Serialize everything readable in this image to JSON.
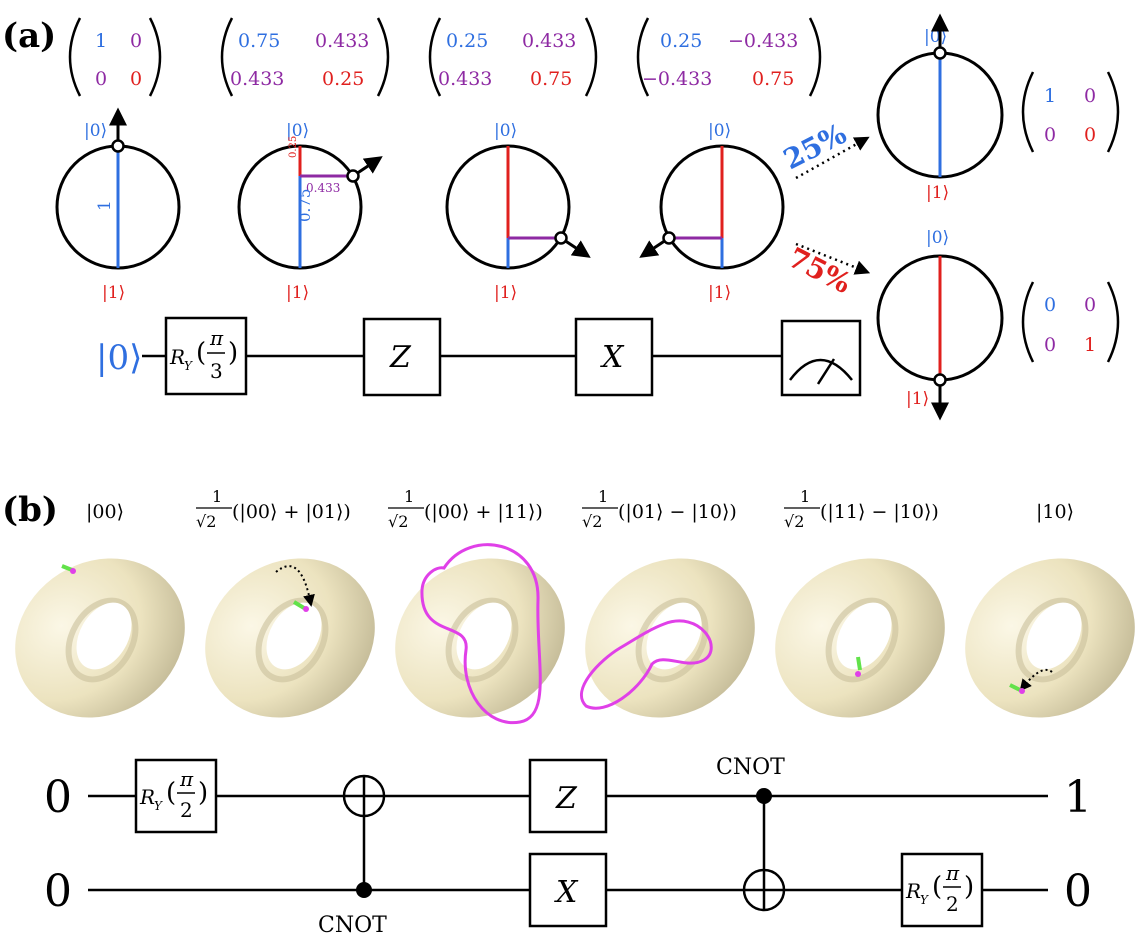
{
  "colors": {
    "blue": "#2f6fe0",
    "red": "#e0201e",
    "purple": "#8e2aa3",
    "magenta": "#e040e8",
    "torus": "#efe7c6",
    "green": "#62e24a"
  },
  "panel_a": {
    "label": "(a)",
    "matrices": [
      {
        "a": "1",
        "b": "0",
        "c": "0",
        "d": "0"
      },
      {
        "a": "0.75",
        "b": "0.433",
        "c": "0.433",
        "d": "0.25"
      },
      {
        "a": "0.25",
        "b": "0.433",
        "c": "0.433",
        "d": "0.75"
      },
      {
        "a": "0.25",
        "b": "−0.433",
        "c": "−0.433",
        "d": "0.75"
      }
    ],
    "ket0": "|0⟩",
    "ket1": "|1⟩",
    "circle1_value": "1",
    "circle2_values": {
      "top": "0.25",
      "side": "0.433",
      "bottom": "0.75"
    },
    "measure_probs": {
      "top": "25%",
      "bottom": "75%"
    },
    "outcome_matrices": [
      {
        "a": "1",
        "b": "0",
        "c": "0",
        "d": "0"
      },
      {
        "a": "0",
        "b": "0",
        "c": "0",
        "d": "1"
      }
    ],
    "circuit": {
      "input": "|0⟩",
      "ry_label": "R",
      "ry_sub": "Y",
      "ry_num": "π",
      "ry_den": "3",
      "z": "Z",
      "x": "X"
    }
  },
  "panel_b": {
    "label": "(b)",
    "states": [
      {
        "text": "|00⟩"
      },
      {
        "frac_num": "1",
        "frac_den": "√2",
        "text": "(|00⟩ + |01⟩)"
      },
      {
        "frac_num": "1",
        "frac_den": "√2",
        "text": "(|00⟩ + |11⟩)"
      },
      {
        "frac_num": "1",
        "frac_den": "√2",
        "text": "(|01⟩ − |10⟩)"
      },
      {
        "frac_num": "1",
        "frac_den": "√2",
        "text": "(|11⟩ − |10⟩)"
      },
      {
        "text": "|10⟩"
      }
    ],
    "circuit": {
      "in_top": "0",
      "in_bottom": "0",
      "out_top": "1",
      "out_bottom": "0",
      "ry_label": "R",
      "ry_sub": "Y",
      "ry_num": "π",
      "ry_den": "2",
      "z": "Z",
      "x": "X",
      "cnot1": "CNOT",
      "cnot2": "CNOT"
    }
  }
}
